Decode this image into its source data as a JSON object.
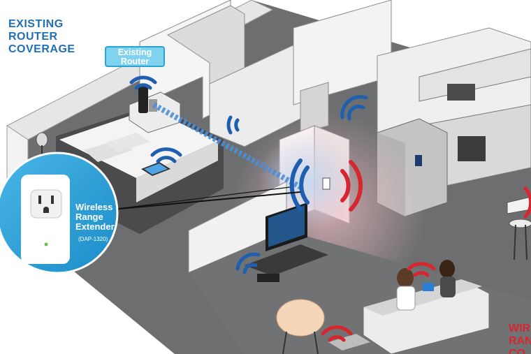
{
  "heading": {
    "lines": [
      "EXISTING",
      "ROUTER",
      "COVERAGE"
    ],
    "color": "#1f6fb5"
  },
  "router_tag": {
    "lines": [
      "Existing",
      "Router"
    ],
    "bg": "#7fd3ee"
  },
  "extender": {
    "lines": [
      "Wireless",
      "Range",
      "Extender"
    ],
    "model": "(DAP-1320)",
    "bg": "#27a6dc"
  },
  "extender_coverage": {
    "lines": [
      "WIR",
      "RAN",
      "CO"
    ],
    "color": "#d7262e"
  },
  "colors": {
    "router_wave": "#1e5fb0",
    "extender_wave": "#d7262e",
    "floor": "#6d6e70",
    "wall": "#f4f4f4"
  },
  "icons": [
    "wifi-signal-icon",
    "power-outlet-icon",
    "router-icon"
  ]
}
